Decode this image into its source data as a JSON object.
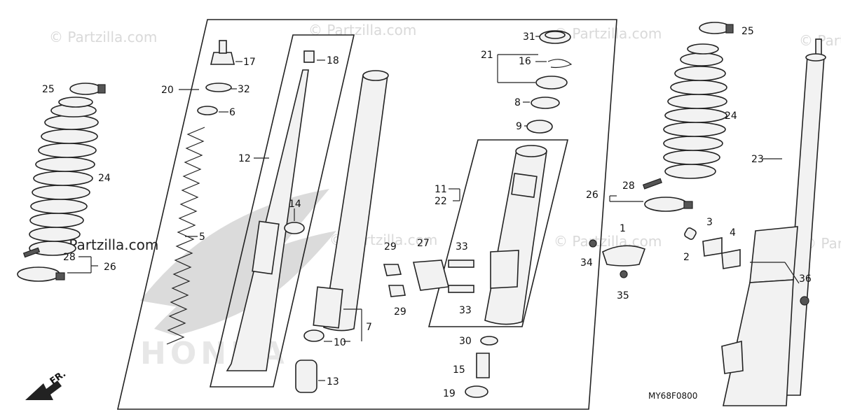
{
  "watermark": "© Partzilla.com",
  "watermark_dark": "© Partzilla.com",
  "brand_logo": "HONDA",
  "diagram_code": "MY68F0800",
  "direction_label": "FR.",
  "callouts": {
    "c1": "1",
    "c2": "2",
    "c3": "3",
    "c4": "4",
    "c5": "5",
    "c6": "6",
    "c7": "7",
    "c8": "8",
    "c9": "9",
    "c10": "10",
    "c11": "11",
    "c12": "12",
    "c13": "13",
    "c14": "14",
    "c15": "15",
    "c16": "16",
    "c17": "17",
    "c18": "18",
    "c19": "19",
    "c20": "20",
    "c21": "21",
    "c22": "22",
    "c23": "23",
    "c24": "24",
    "c25": "25",
    "c26": "26",
    "c27": "27",
    "c28": "28",
    "c29": "29",
    "c30": "30",
    "c31": "31",
    "c32": "32",
    "c33": "33",
    "c34": "34",
    "c35": "35",
    "c36": "36"
  }
}
